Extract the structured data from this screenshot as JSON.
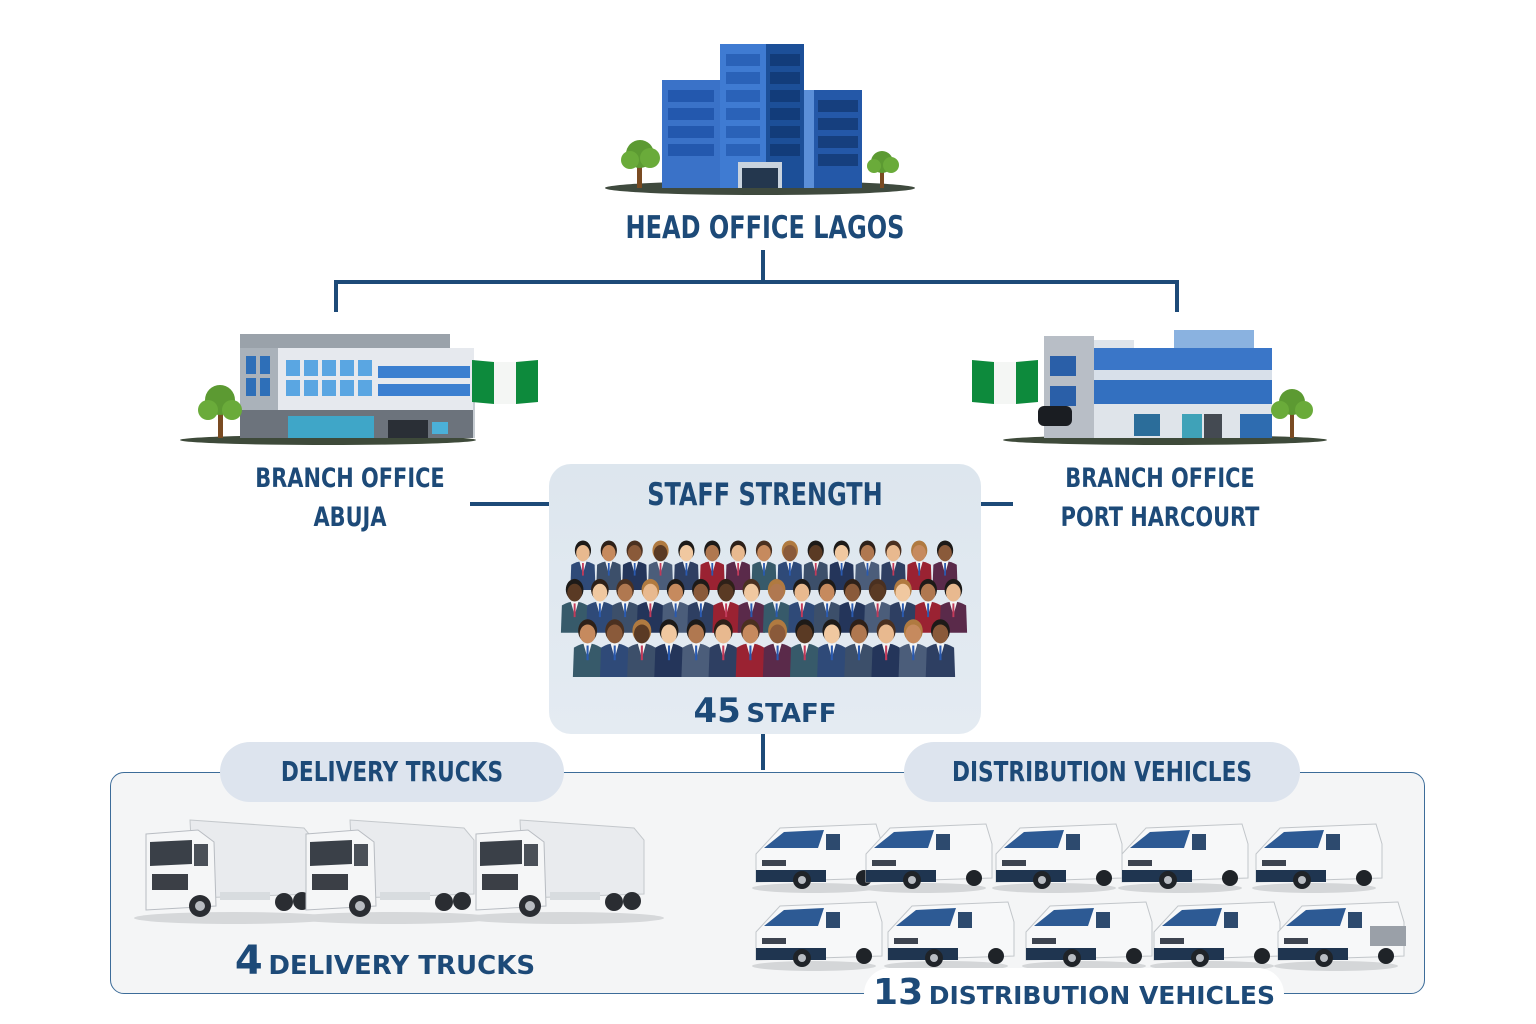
{
  "head_office": {
    "label": "HEAD OFFICE LAGOS",
    "icon": "office-tower-icon"
  },
  "branches": [
    {
      "label_line1": "BRANCH OFFICE",
      "label_line2": "ABUJA",
      "icon": "branch-building-icon",
      "flag": "nigeria-flag-icon"
    },
    {
      "label_line1": "BRANCH OFFICE",
      "label_line2": "PORT HARCOURT",
      "icon": "branch-building-icon",
      "flag": "nigeria-flag-icon"
    }
  ],
  "staff": {
    "title": "STAFF STRENGTH",
    "count": "45",
    "unit": "STAFF",
    "icon": "staff-group-icon"
  },
  "fleet": {
    "delivery": {
      "title": "DELIVERY TRUCKS",
      "count": "4",
      "unit": "DELIVERY TRUCKS",
      "icon": "truck-icon"
    },
    "distribution": {
      "title": "DISTRIBUTION VEHICLES",
      "count": "13",
      "unit": "DISTRIBUTION VEHICLES",
      "icon": "van-icon"
    }
  },
  "colors": {
    "text": "#1d4a78",
    "building_blue": "#2f64b8",
    "flag_green": "#0d8a3c",
    "panel": "#dde6ee",
    "pill": "#dde4ee"
  }
}
